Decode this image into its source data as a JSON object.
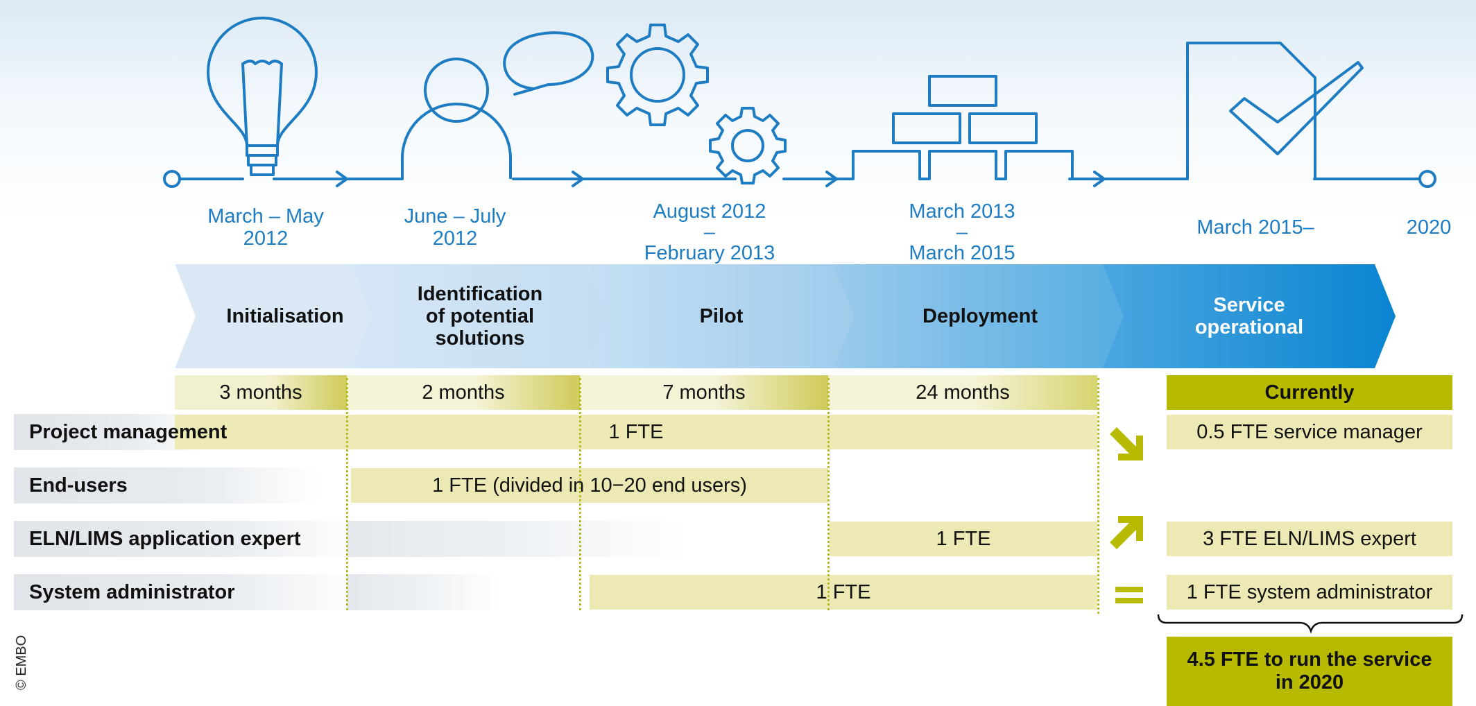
{
  "timeline": {
    "dates": [
      "March – May\n2012",
      "June – July\n2012",
      "August 2012\n–\nFebruary 2013",
      "March 2013\n–\nMarch 2015",
      "March 2015–",
      "2020"
    ]
  },
  "phases": [
    "Initialisation",
    "Identification\nof potential\nsolutions",
    "Pilot",
    "Deployment",
    "Service\noperational"
  ],
  "durations": [
    "3 months",
    "2 months",
    "7 months",
    "24 months"
  ],
  "roles": [
    {
      "label": "Project management",
      "bar": "1 FTE",
      "current": "0.5 FTE service manager",
      "change": "decrease"
    },
    {
      "label": "End-users",
      "bar": "1 FTE (divided in 10−20 end users)",
      "current": "",
      "change": ""
    },
    {
      "label": "ELN/LIMS application expert",
      "bar": "1 FTE",
      "current": "3 FTE ELN/LIMS expert",
      "change": "increase"
    },
    {
      "label": "System administrator",
      "bar": "1 FTE",
      "current": "1 FTE system administrator",
      "change": "equal"
    }
  ],
  "currently_header": "Currently",
  "total": "4.5 FTE to run the service\nin 2020",
  "copyright": "© EMBO",
  "colors": {
    "blue": "#1d7cc2",
    "olive": "#b8ba00",
    "bar": "#ece9b4"
  }
}
